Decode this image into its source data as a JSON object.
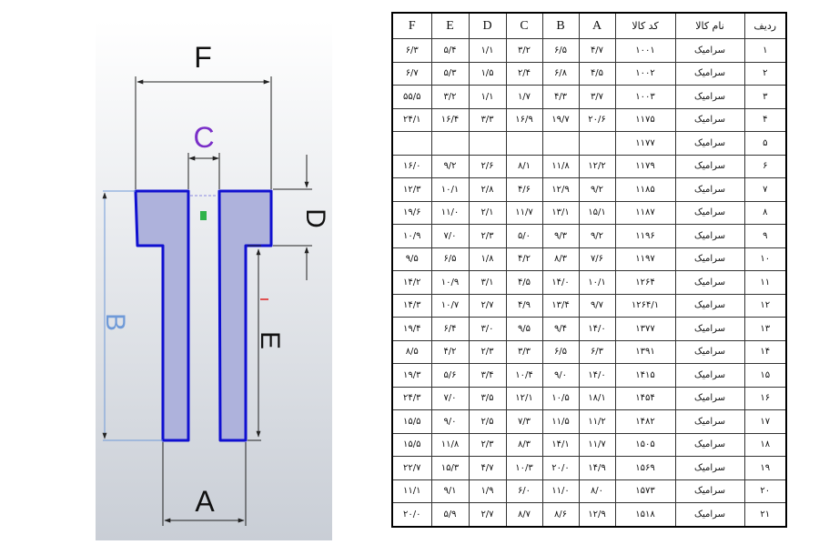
{
  "drawing": {
    "labels": {
      "a": "A",
      "b": "B",
      "c": "C",
      "d": "D",
      "e": "E",
      "f": "F"
    },
    "colors": {
      "profile_fill": "#aeb2dc",
      "profile_edge": "#1010d0",
      "label_c": "#7a2fc8",
      "label_b": "#6f9ad8",
      "dim_line": "#222222",
      "background_top": "#ffffff",
      "background_bottom": "#c9ced6"
    }
  },
  "table": {
    "headers": [
      "F",
      "E",
      "D",
      "C",
      "B",
      "A",
      "کد کالا",
      "نام کالا",
      "ردیف"
    ],
    "rows": [
      [
        "۶/۳",
        "۵/۴",
        "۱/۱",
        "۳/۲",
        "۶/۵",
        "۴/۷",
        "۱۰۰۱",
        "سرامیک",
        "۱"
      ],
      [
        "۶/۷",
        "۵/۳",
        "۱/۵",
        "۲/۴",
        "۶/۸",
        "۴/۵",
        "۱۰۰۲",
        "سرامیک",
        "۲"
      ],
      [
        "۵۵/۵",
        "۳/۲",
        "۱/۱",
        "۱/۷",
        "۴/۳",
        "۳/۷",
        "۱۰۰۳",
        "سرامیک",
        "۳"
      ],
      [
        "۲۴/۱",
        "۱۶/۴",
        "۳/۳",
        "۱۶/۹",
        "۱۹/۷",
        "۲۰/۶",
        "۱۱۷۵",
        "سرامیک",
        "۴"
      ],
      [
        "",
        "",
        "",
        "",
        "",
        "",
        "۱۱۷۷",
        "سرامیک",
        "۵"
      ],
      [
        "۱۶/۰",
        "۹/۲",
        "۲/۶",
        "۸/۱",
        "۱۱/۸",
        "۱۲/۲",
        "۱۱۷۹",
        "سرامیک",
        "۶"
      ],
      [
        "۱۲/۳",
        "۱۰/۱",
        "۲/۸",
        "۴/۶",
        "۱۲/۹",
        "۹/۲",
        "۱۱۸۵",
        "سرامیک",
        "۷"
      ],
      [
        "۱۹/۶",
        "۱۱/۰",
        "۲/۱",
        "۱۱/۷",
        "۱۳/۱",
        "۱۵/۱",
        "۱۱۸۷",
        "سرامیک",
        "۸"
      ],
      [
        "۱۰/۹",
        "۷/۰",
        "۲/۳",
        "۵/۰",
        "۹/۳",
        "۹/۲",
        "۱۱۹۶",
        "سرامیک",
        "۹"
      ],
      [
        "۹/۵",
        "۶/۵",
        "۱/۸",
        "۴/۲",
        "۸/۳",
        "۷/۶",
        "۱۱۹۷",
        "سرامیک",
        "۱۰"
      ],
      [
        "۱۴/۲",
        "۱۰/۹",
        "۳/۱",
        "۴/۵",
        "۱۴/۰",
        "۱۰/۱",
        "۱۲۶۴",
        "سرامیک",
        "۱۱"
      ],
      [
        "۱۴/۳",
        "۱۰/۷",
        "۲/۷",
        "۴/۹",
        "۱۳/۴",
        "۹/۷",
        "۱۲۶۴/۱",
        "سرامیک",
        "۱۲"
      ],
      [
        "۱۹/۴",
        "۶/۴",
        "۳/۰",
        "۹/۵",
        "۹/۴",
        "۱۴/۰",
        "۱۳۷۷",
        "سرامیک",
        "۱۳"
      ],
      [
        "۸/۵",
        "۴/۲",
        "۲/۳",
        "۳/۳",
        "۶/۵",
        "۶/۳",
        "۱۳۹۱",
        "سرامیک",
        "۱۴"
      ],
      [
        "۱۹/۳",
        "۵/۶",
        "۳/۴",
        "۱۰/۴",
        "۹/۰",
        "۱۴/۰",
        "۱۴۱۵",
        "سرامیک",
        "۱۵"
      ],
      [
        "۲۴/۳",
        "۷/۰",
        "۳/۵",
        "۱۲/۱",
        "۱۰/۵",
        "۱۸/۱",
        "۱۴۵۴",
        "سرامیک",
        "۱۶"
      ],
      [
        "۱۵/۵",
        "۹/۰",
        "۲/۵",
        "۷/۳",
        "۱۱/۵",
        "۱۱/۲",
        "۱۴۸۲",
        "سرامیک",
        "۱۷"
      ],
      [
        "۱۵/۵",
        "۱۱/۸",
        "۲/۳",
        "۸/۳",
        "۱۴/۱",
        "۱۱/۷",
        "۱۵۰۵",
        "سرامیک",
        "۱۸"
      ],
      [
        "۲۲/۷",
        "۱۵/۳",
        "۴/۷",
        "۱۰/۳",
        "۲۰/۰",
        "۱۴/۹",
        "۱۵۶۹",
        "سرامیک",
        "۱۹"
      ],
      [
        "۱۱/۱",
        "۹/۱",
        "۱/۹",
        "۶/۰",
        "۱۱/۰",
        "۸/۰",
        "۱۵۷۳",
        "سرامیک",
        "۲۰"
      ],
      [
        "۲۰/۰",
        "۵/۹",
        "۲/۷",
        "۸/۷",
        "۸/۶",
        "۱۲/۹",
        "۱۵۱۸",
        "سرامیک",
        "۲۱"
      ]
    ]
  }
}
